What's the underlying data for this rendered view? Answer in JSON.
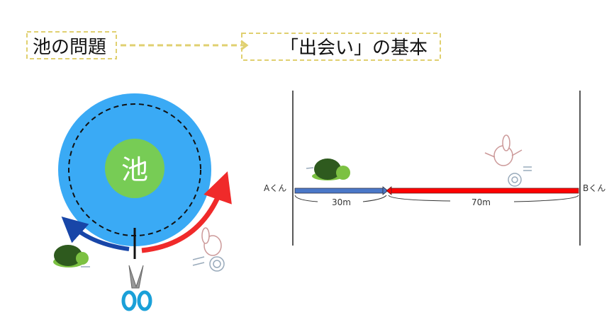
{
  "header": {
    "left_title": "池の問題",
    "right_title": "「出会い」の基本"
  },
  "pond": {
    "label": "池",
    "colors": {
      "pond": "#3aaaf5",
      "center": "#77cc55",
      "blue_arrow": "#1846a8",
      "red_arrow": "#f02a2a"
    }
  },
  "meeting": {
    "left_person": "Aくん",
    "right_person": "Bくん",
    "left_distance": "30m",
    "right_distance": "70m",
    "colors": {
      "blue_bar": "#4a78c8",
      "red_bar": "#ff0000"
    }
  }
}
